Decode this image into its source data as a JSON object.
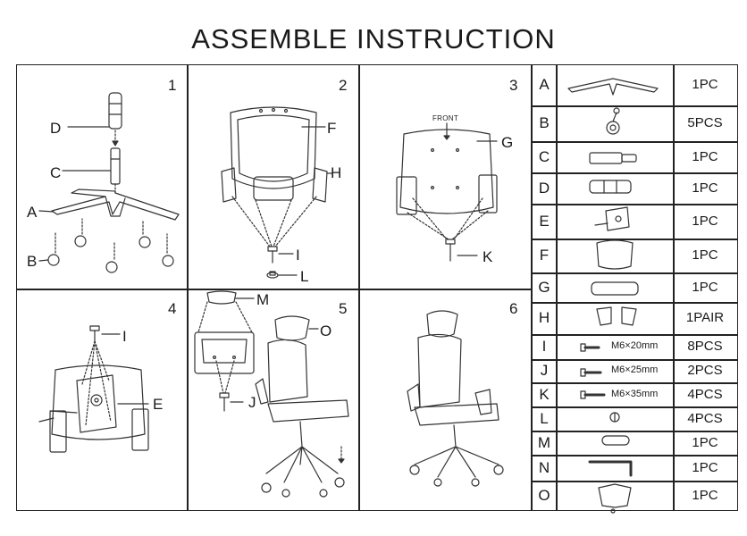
{
  "title": "ASSEMBLE INSTRUCTION",
  "steps": [
    {
      "number": "1",
      "labels": [
        "D",
        "C",
        "A",
        "B"
      ]
    },
    {
      "number": "2",
      "labels": [
        "F",
        "H",
        "I",
        "L"
      ]
    },
    {
      "number": "3",
      "labels": [
        "FRONT",
        "G",
        "K"
      ]
    },
    {
      "number": "4",
      "labels": [
        "I",
        "E"
      ]
    },
    {
      "number": "5",
      "labels": [
        "M",
        "O",
        "J"
      ]
    },
    {
      "number": "6",
      "labels": []
    }
  ],
  "parts": [
    {
      "letter": "A",
      "size": "",
      "qty": "1PC",
      "icon": "star-base-icon"
    },
    {
      "letter": "B",
      "size": "",
      "qty": "5PCS",
      "icon": "caster-wheel-icon"
    },
    {
      "letter": "C",
      "size": "",
      "qty": "1PC",
      "icon": "gas-lift-icon"
    },
    {
      "letter": "D",
      "size": "",
      "qty": "1PC",
      "icon": "lift-cover-icon"
    },
    {
      "letter": "E",
      "size": "",
      "qty": "1PC",
      "icon": "tilt-mechanism-icon"
    },
    {
      "letter": "F",
      "size": "",
      "qty": "1PC",
      "icon": "backrest-icon"
    },
    {
      "letter": "G",
      "size": "",
      "qty": "1PC",
      "icon": "seat-cushion-icon"
    },
    {
      "letter": "H",
      "size": "",
      "qty": "1PAIR",
      "icon": "armrest-pair-icon"
    },
    {
      "letter": "I",
      "size": "M6×20mm",
      "qty": "8PCS",
      "icon": "bolt-icon"
    },
    {
      "letter": "J",
      "size": "M6×25mm",
      "qty": "2PCS",
      "icon": "bolt-icon"
    },
    {
      "letter": "K",
      "size": "M6×35mm",
      "qty": "4PCS",
      "icon": "bolt-icon"
    },
    {
      "letter": "L",
      "size": "",
      "qty": "4PCS",
      "icon": "washer-nut-icon"
    },
    {
      "letter": "M",
      "size": "",
      "qty": "1PC",
      "icon": "cover-cap-icon"
    },
    {
      "letter": "N",
      "size": "",
      "qty": "1PC",
      "icon": "allen-key-icon"
    },
    {
      "letter": "O",
      "size": "",
      "qty": "1PC",
      "icon": "headrest-icon"
    }
  ]
}
